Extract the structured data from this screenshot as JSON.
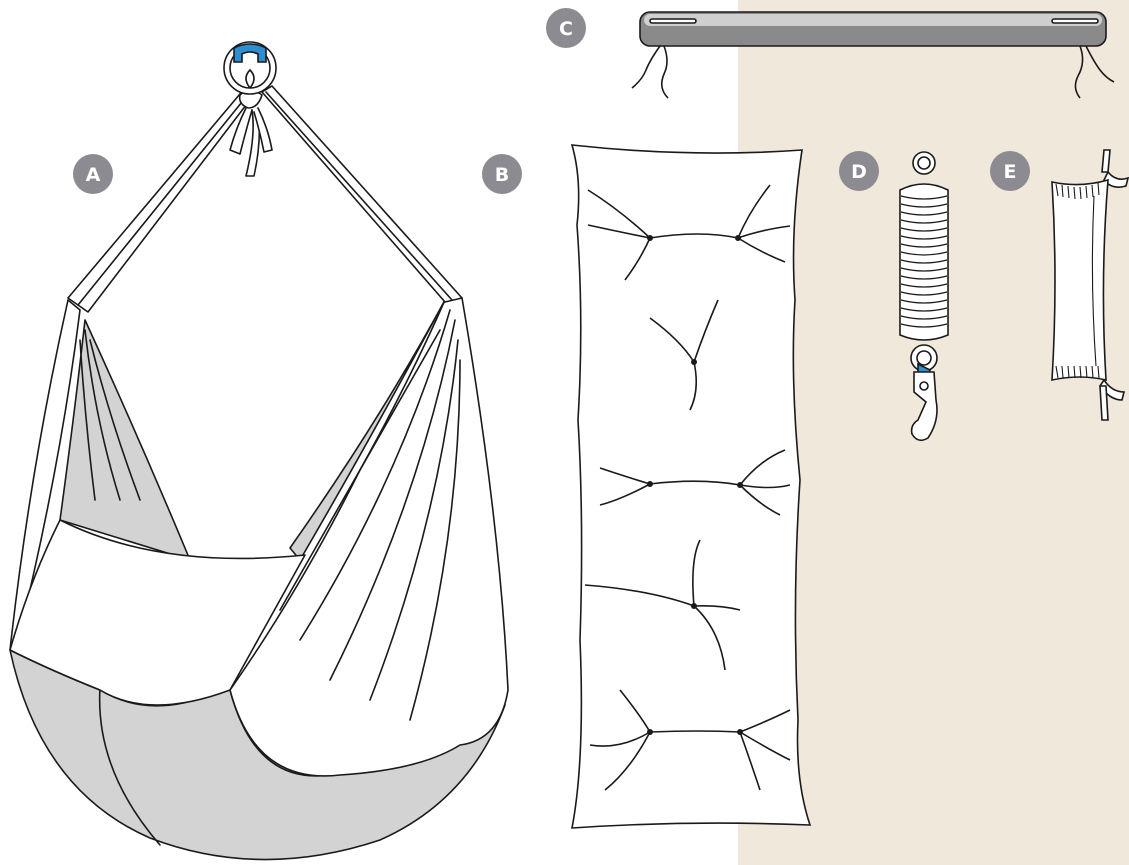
{
  "labels": {
    "a": "A",
    "b": "B",
    "c": "C",
    "d": "D",
    "e": "E"
  },
  "colors": {
    "badge": "#8c8b91",
    "panel_beige": "#f1e8dc",
    "hook_blue": "#2e8fd0",
    "fabric_shade": "#d3d3d3",
    "bar_gray": "#8a8a8a",
    "outline": "#1a1a1a"
  },
  "icons": [
    "ceiling-hook-icon",
    "hammock-chair-icon",
    "seat-cushion-icon",
    "spreader-bar-icon",
    "spring-snap-hook-icon",
    "rope-sleeve-icon"
  ]
}
